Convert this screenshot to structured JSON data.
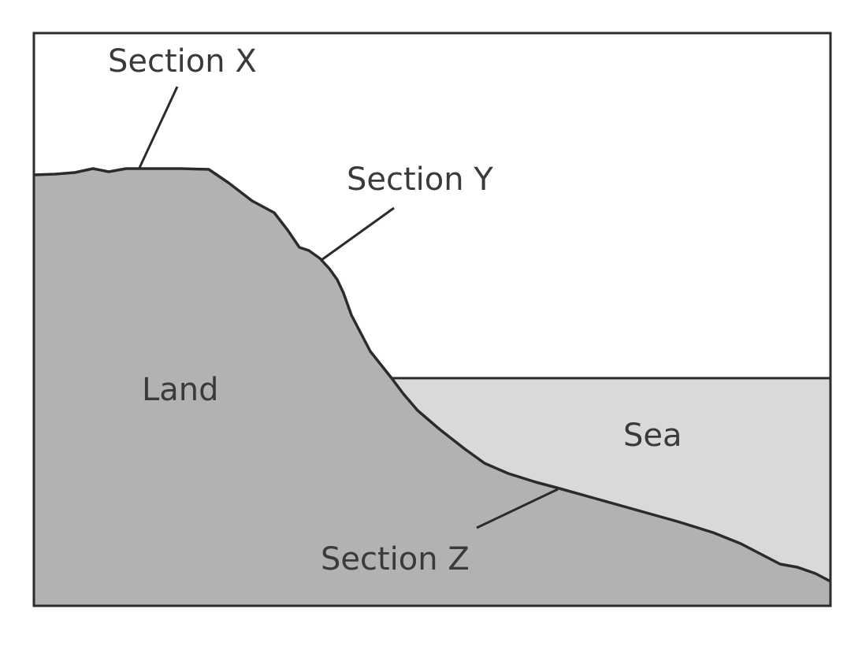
{
  "labels": {
    "section_x": "Section X",
    "section_y": "Section Y",
    "section_z": "Section Z",
    "land": "Land",
    "sea": "Sea"
  },
  "colors": {
    "land": "#b1b2b4",
    "sea": "#d8d9db",
    "sky": "#ffffff",
    "outline": "#2b2b2b",
    "text": "#3a3a3a"
  }
}
